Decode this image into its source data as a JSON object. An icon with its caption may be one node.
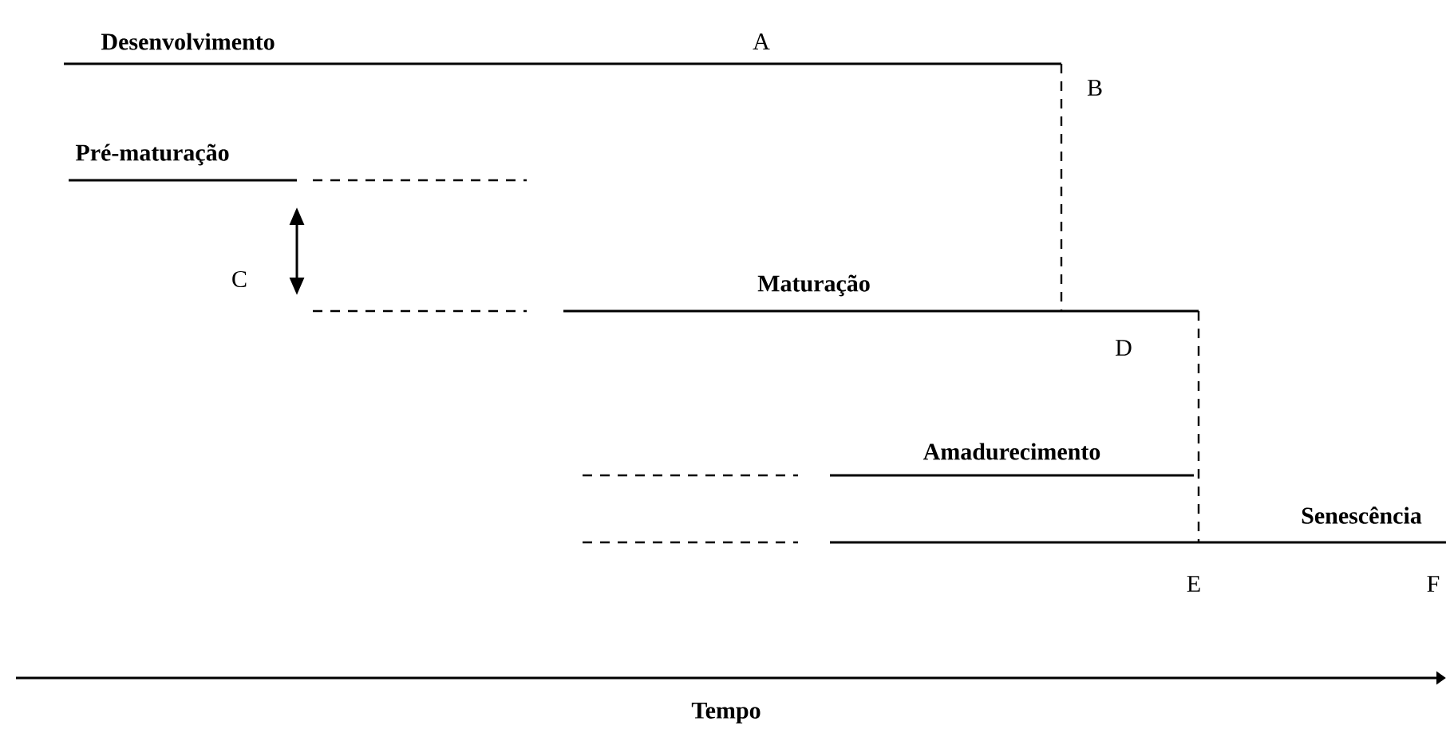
{
  "diagram": {
    "labels": [
      "Desenvolvimento",
      "A",
      "B",
      "Pré-maturação",
      "C",
      "Maturação",
      "D",
      "Amadurecimento",
      "Senescência",
      "E",
      "F",
      "Tempo"
    ]
  }
}
